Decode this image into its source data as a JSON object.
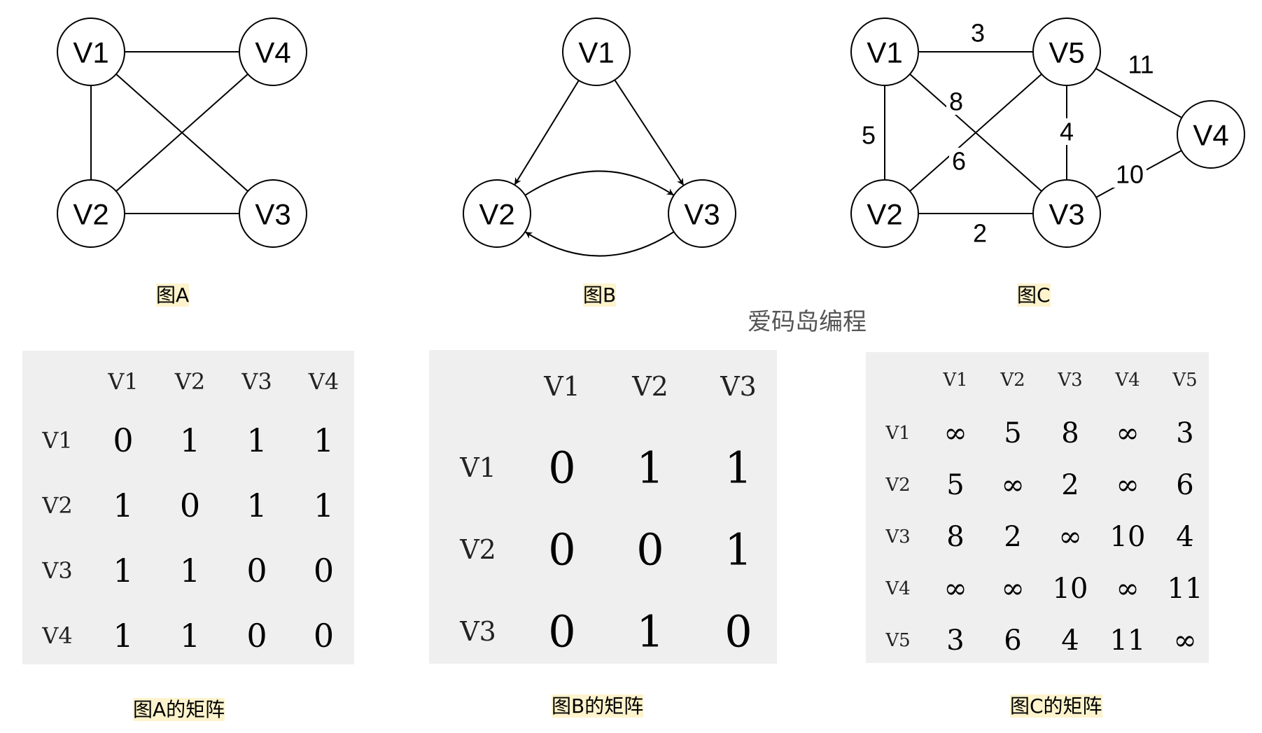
{
  "graphs": {
    "A": {
      "nodes": [
        {
          "id": "V1",
          "label": "V1"
        },
        {
          "id": "V4",
          "label": "V4"
        },
        {
          "id": "V2",
          "label": "V2"
        },
        {
          "id": "V3",
          "label": "V3"
        }
      ],
      "edges": [
        {
          "from": "V1",
          "to": "V4"
        },
        {
          "from": "V1",
          "to": "V2"
        },
        {
          "from": "V1",
          "to": "V3"
        },
        {
          "from": "V2",
          "to": "V4"
        },
        {
          "from": "V2",
          "to": "V3"
        }
      ]
    },
    "B": {
      "nodes": [
        {
          "id": "V1",
          "label": "V1"
        },
        {
          "id": "V2",
          "label": "V2"
        },
        {
          "id": "V3",
          "label": "V3"
        }
      ],
      "edges": [
        {
          "from": "V1",
          "to": "V2",
          "directed": true
        },
        {
          "from": "V1",
          "to": "V3",
          "directed": true
        },
        {
          "from": "V2",
          "to": "V3",
          "directed": true,
          "curve": "up"
        },
        {
          "from": "V3",
          "to": "V2",
          "directed": true,
          "curve": "down"
        }
      ]
    },
    "C": {
      "nodes": [
        {
          "id": "V1",
          "label": "V1"
        },
        {
          "id": "V5",
          "label": "V5"
        },
        {
          "id": "V4",
          "label": "V4"
        },
        {
          "id": "V2",
          "label": "V2"
        },
        {
          "id": "V3",
          "label": "V3"
        }
      ],
      "edges": [
        {
          "from": "V1",
          "to": "V5",
          "weight": "3"
        },
        {
          "from": "V1",
          "to": "V2",
          "weight": "5"
        },
        {
          "from": "V1",
          "to": "V3",
          "weight": "8"
        },
        {
          "from": "V2",
          "to": "V5",
          "weight": "6"
        },
        {
          "from": "V5",
          "to": "V3",
          "weight": "4"
        },
        {
          "from": "V5",
          "to": "V4",
          "weight": "11"
        },
        {
          "from": "V3",
          "to": "V4",
          "weight": "10"
        },
        {
          "from": "V2",
          "to": "V3",
          "weight": "2"
        }
      ]
    }
  },
  "captions": {
    "graph_a": "图A",
    "graph_b": "图B",
    "graph_c": "图C",
    "matrix_a": "图A的矩阵",
    "matrix_b": "图B的矩阵",
    "matrix_c": "图C的矩阵"
  },
  "watermark": "爱码岛编程",
  "matrices": {
    "A": {
      "headers": [
        "V1",
        "V2",
        "V3",
        "V4"
      ],
      "rows": [
        {
          "label": "V1",
          "values": [
            "0",
            "1",
            "1",
            "1"
          ]
        },
        {
          "label": "V2",
          "values": [
            "1",
            "0",
            "1",
            "1"
          ]
        },
        {
          "label": "V3",
          "values": [
            "1",
            "1",
            "0",
            "0"
          ]
        },
        {
          "label": "V4",
          "values": [
            "1",
            "1",
            "0",
            "0"
          ]
        }
      ]
    },
    "B": {
      "headers": [
        "V1",
        "V2",
        "V3"
      ],
      "rows": [
        {
          "label": "V1",
          "values": [
            "0",
            "1",
            "1"
          ]
        },
        {
          "label": "V2",
          "values": [
            "0",
            "0",
            "1"
          ]
        },
        {
          "label": "V3",
          "values": [
            "0",
            "1",
            "0"
          ]
        }
      ]
    },
    "C": {
      "headers": [
        "V1",
        "V2",
        "V3",
        "V4",
        "V5"
      ],
      "rows": [
        {
          "label": "V1",
          "values": [
            "∞",
            "5",
            "8",
            "∞",
            "3"
          ]
        },
        {
          "label": "V2",
          "values": [
            "5",
            "∞",
            "2",
            "∞",
            "6"
          ]
        },
        {
          "label": "V3",
          "values": [
            "8",
            "2",
            "∞",
            "10",
            "4"
          ]
        },
        {
          "label": "V4",
          "values": [
            "∞",
            "∞",
            "10",
            "∞",
            "11"
          ]
        },
        {
          "label": "V5",
          "values": [
            "3",
            "6",
            "4",
            "11",
            "∞"
          ]
        }
      ]
    }
  },
  "colors": {
    "caption_highlight": "#fdf3cc",
    "matrix_background": "#efefef",
    "watermark": "#555555"
  }
}
